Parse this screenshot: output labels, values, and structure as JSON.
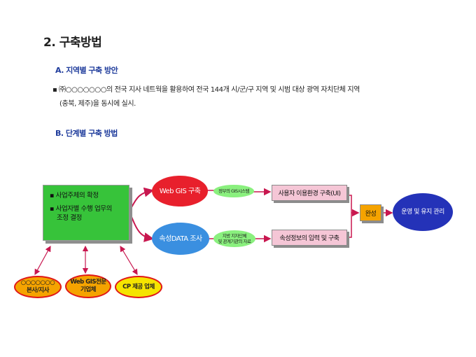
{
  "heading": "2. 구축방법",
  "sectionA": {
    "title": "A. 지역별 구축 방안",
    "line1": "▪ ㈜○○○○○○○의 전국 지사 네트웍을 활용하여 전국 144개 시/군/구 지역 및 시범 대상 광역 자치단체 지역",
    "line2": "(충북, 제주)을 동시에 실시."
  },
  "sectionB": {
    "title": "B. 단계별 구축 방법"
  },
  "diagram": {
    "subject": {
      "item1": "▪ 사업주체의 확정",
      "item2a": "▪ 사업자별 수행 업무의",
      "item2b": "조정 결정"
    },
    "web_gis": "Web GIS 구축",
    "attr_data": "속성DATA 조사",
    "gis_system_note": "정부의 GIS시스템",
    "local_data_note1": "지방 지자단체",
    "local_data_note2": "및 관계기관의 자료",
    "ui_box": "사용자 이용환경 구축(UI)",
    "attr_input_box": "속성정보의 입력 및 구축",
    "complete": "완성",
    "operate": "운영 및 유지 관리",
    "partner1_a": "○○○○○○○",
    "partner1_b": "본사/지사",
    "partner2_a": "Web GIS전문",
    "partner2_b": "기업체",
    "partner3": "CP 제공 업체"
  },
  "colors": {
    "heading_blue": "#1f3c9c",
    "green": "#37c33a",
    "red_oval": "#e8202c",
    "blue_oval": "#3a8fe0",
    "light_green": "#8af07e",
    "pink_box": "#f5c6d6",
    "yellow": "#f5e400",
    "orange": "#f5a300",
    "navy": "#2432b8",
    "arrow_red": "#c8174f"
  }
}
